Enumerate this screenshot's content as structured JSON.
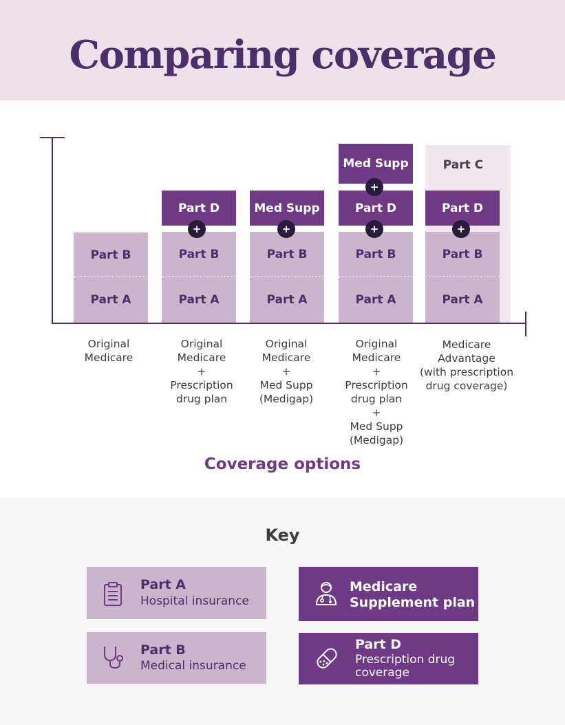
{
  "header": {
    "title": "Comparing coverage"
  },
  "diagram": {
    "x_axis_title": "Coverage options",
    "columns": [
      {
        "label_lines": [
          "Original",
          "Medicare"
        ],
        "blocks": [
          "Part A",
          "Part B"
        ]
      },
      {
        "label_lines": [
          "Original",
          "Medicare",
          "+",
          "Prescription",
          "drug plan"
        ],
        "blocks": [
          "Part A",
          "Part B",
          "Part D"
        ]
      },
      {
        "label_lines": [
          "Original",
          "Medicare",
          "+",
          "Med Supp",
          "(Medigap)"
        ],
        "blocks": [
          "Part A",
          "Part B",
          "Med Supp"
        ]
      },
      {
        "label_lines": [
          "Original",
          "Medicare",
          "+",
          "Prescription",
          "drug plan",
          "+",
          "Med Supp",
          "(Medigap)"
        ],
        "blocks": [
          "Part A",
          "Part B",
          "Part D",
          "Med Supp"
        ]
      },
      {
        "label_lines": [
          "Medicare",
          "Advantage",
          "(with prescription",
          "drug coverage)"
        ],
        "blocks": [
          "Part A",
          "Part B",
          "Part D"
        ],
        "wrapper_label": "Part C"
      }
    ],
    "plus_symbol": "+"
  },
  "key": {
    "title": "Key",
    "items": [
      {
        "name": "Part A",
        "desc": "Hospital insurance",
        "icon": "clipboard-icon",
        "style": "light"
      },
      {
        "name": "Medicare Supplement plan",
        "name_lines": [
          "Medicare",
          "Supplement plan"
        ],
        "desc": "",
        "icon": "doctor-icon",
        "style": "dark"
      },
      {
        "name": "Part B",
        "desc": "Medical insurance",
        "icon": "stethoscope-icon",
        "style": "light"
      },
      {
        "name": "Part D",
        "desc": "Prescription drug coverage",
        "desc_lines": [
          "Prescription drug",
          "coverage"
        ],
        "icon": "pill-icon",
        "style": "dark"
      }
    ]
  },
  "colors": {
    "header_bg": "#ede2ea",
    "title": "#4a2f6b",
    "light_block": "#cbb5cd",
    "dark_block": "#6e3985",
    "plus_circle": "#2a1a3c",
    "part_c_bg": "#efe6ee",
    "key_bg": "#f7f7f7"
  }
}
